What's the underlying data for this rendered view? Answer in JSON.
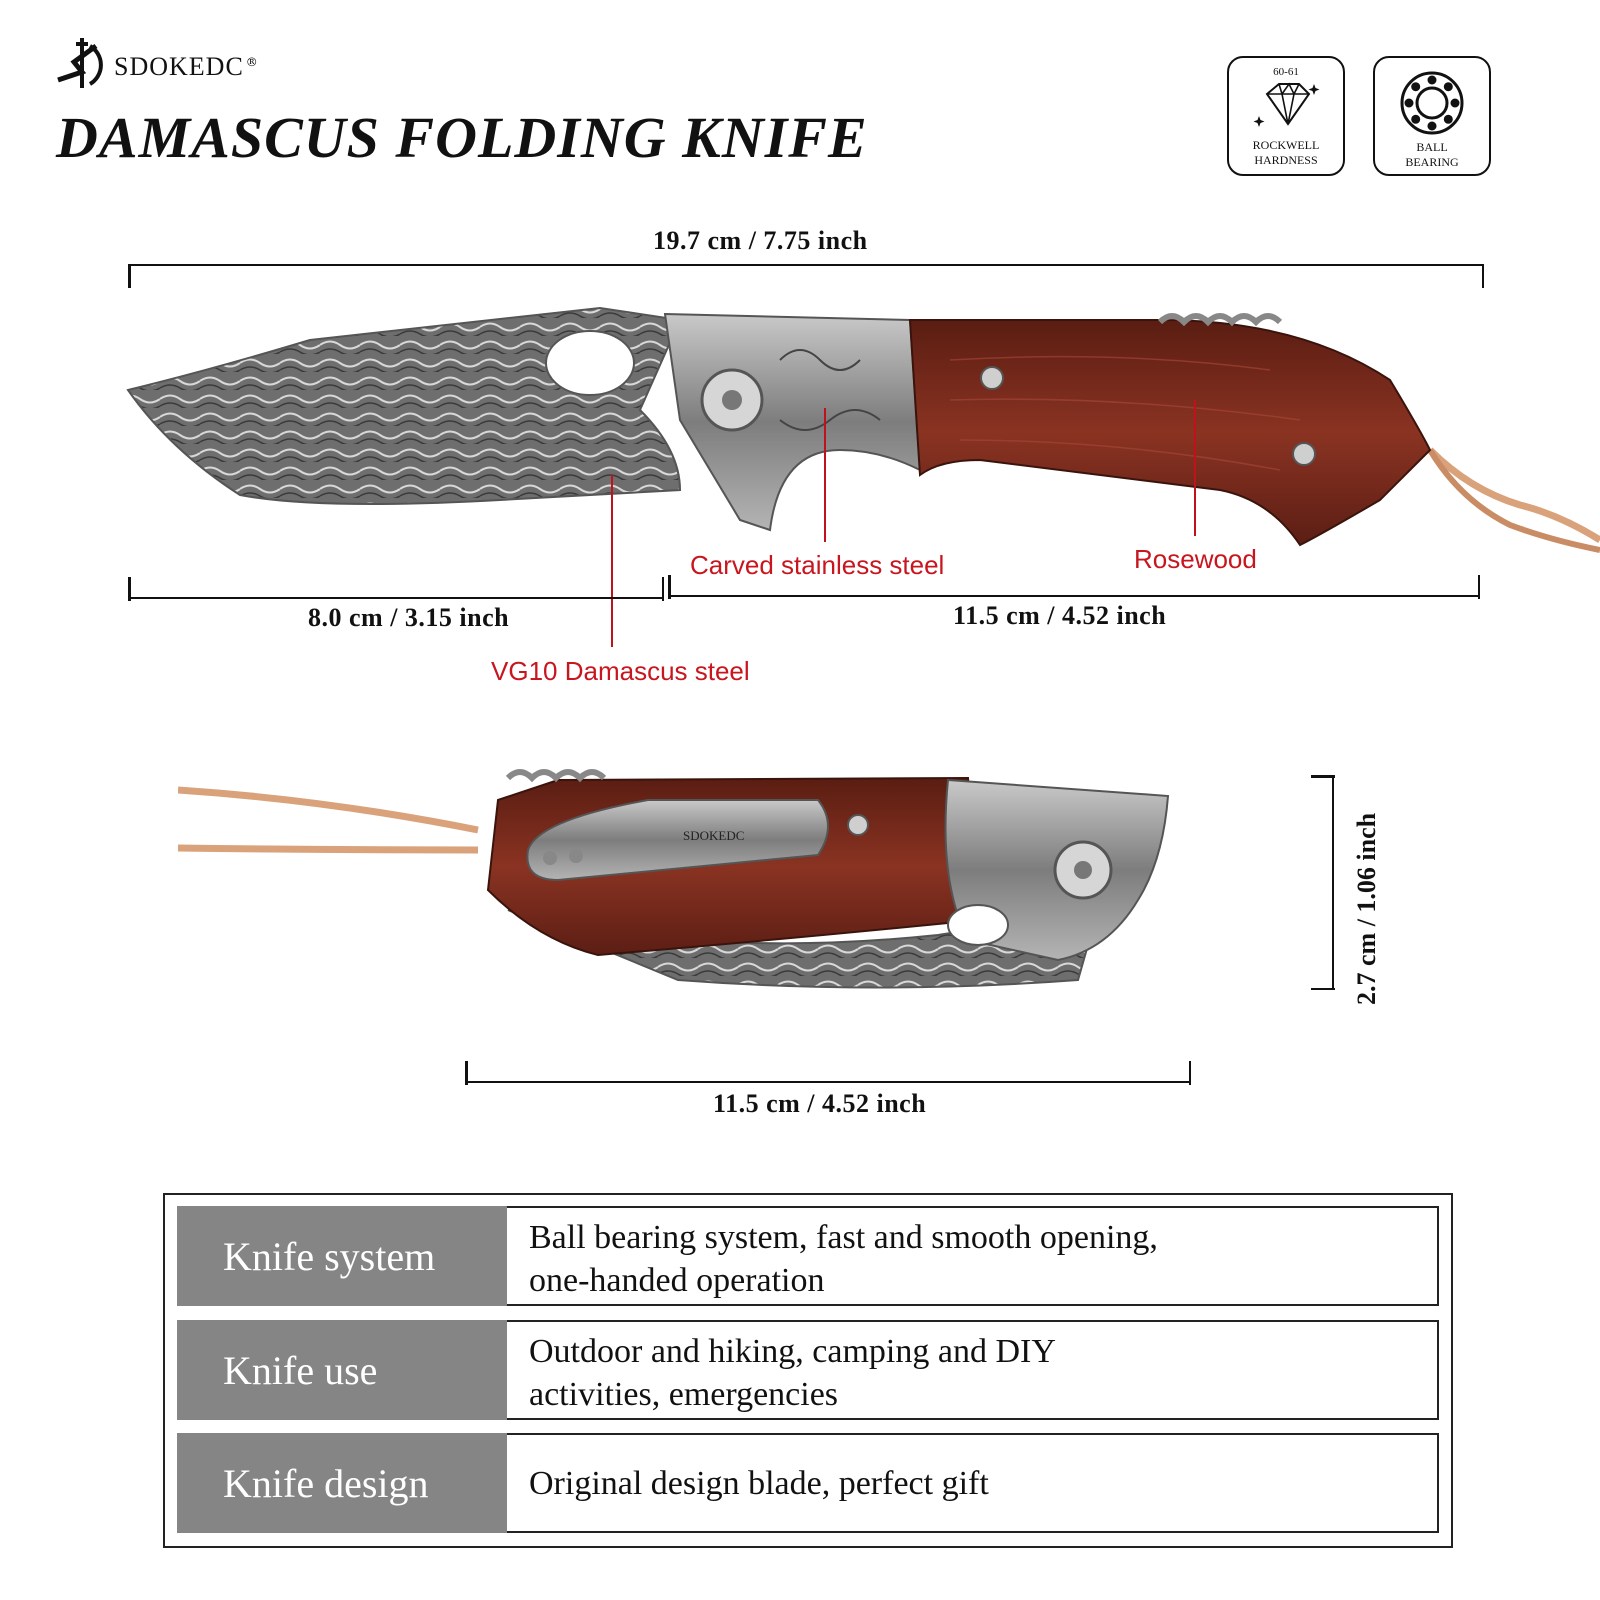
{
  "brand": {
    "name": "SDOKEDC",
    "registered": "®"
  },
  "title": "DAMASCUS FOLDING KNIFE",
  "badges": [
    {
      "icon": "diamond-icon",
      "top_text": "60-61",
      "line1": "ROCKWELL",
      "line2": "HARDNESS"
    },
    {
      "icon": "ball-bearing-icon",
      "top_text": "",
      "line1": "BALL",
      "line2": "BEARING"
    }
  ],
  "dimensions": {
    "overall": "19.7 cm / 7.75 inch",
    "blade": "8.0 cm / 3.15 inch",
    "handle_open": "11.5 cm / 4.52 inch",
    "closed_length": "11.5 cm / 4.52 inch",
    "closed_width": "2.7 cm / 1.06 inch"
  },
  "callouts": {
    "blade_material": "VG10 Damascus steel",
    "bolster_material": "Carved stainless steel",
    "handle_material": "Rosewood"
  },
  "clip_brand": "SDOKEDC",
  "specs": [
    {
      "key": "Knife system",
      "value_line1": "Ball bearing system, fast and smooth opening,",
      "value_line2": "one-handed operation"
    },
    {
      "key": "Knife use",
      "value_line1": "Outdoor and hiking, camping and DIY",
      "value_line2": "activities, emergencies"
    },
    {
      "key": "Knife design",
      "value_line1": "Original design blade, perfect gift",
      "value_line2": ""
    }
  ],
  "colors": {
    "accent_red": "#c8161f",
    "rosewood": "#7a2a1c",
    "steel": "#9a9a9a",
    "cord": "#d9a27a",
    "table_key_bg": "#858585"
  }
}
